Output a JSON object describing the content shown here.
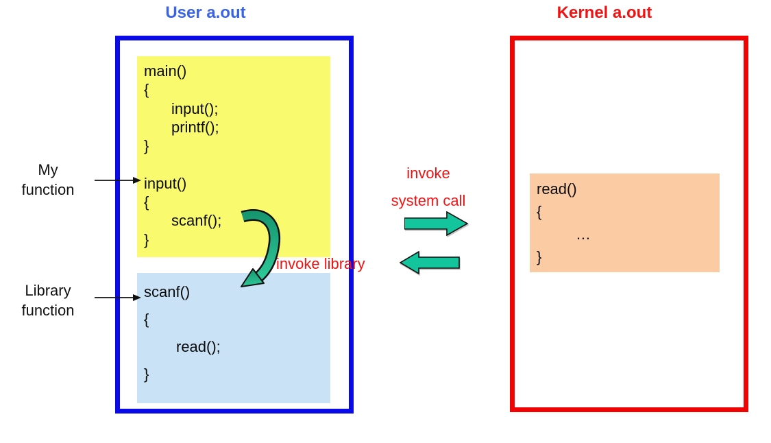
{
  "colors": {
    "title_blue": "#3b63e6",
    "red_text": "#ee1414",
    "user_border": "#0a0ae6",
    "kernel_border": "#ee0404",
    "yellow_fill": "#fafa6e",
    "lightblue_fill": "#c9e2f5",
    "peach_fill": "#fbcba3",
    "arrow_green": "#14c49c",
    "curved_dark": "#17976f",
    "curved_light": "#2ec898",
    "code_black": "#0b0b0b"
  },
  "titles": {
    "user": "User a.out",
    "kernel": "Kernel a.out"
  },
  "user_box": {
    "code_yellow": [
      "main()",
      "{",
      "input();",
      "printf();",
      "}",
      "",
      "input()",
      "{",
      "scanf();",
      "}"
    ],
    "code_blue": [
      "scanf()",
      "{",
      "read();",
      "}"
    ]
  },
  "kernel_box": {
    "code_peach": [
      "read()",
      "{",
      "…",
      "}"
    ]
  },
  "labels": {
    "my_function": [
      "My",
      "function"
    ],
    "library_function": [
      "Library",
      "function"
    ]
  },
  "annotations": {
    "invoke_system_call": [
      "invoke",
      "system call"
    ],
    "invoke_library": "invoke library"
  }
}
